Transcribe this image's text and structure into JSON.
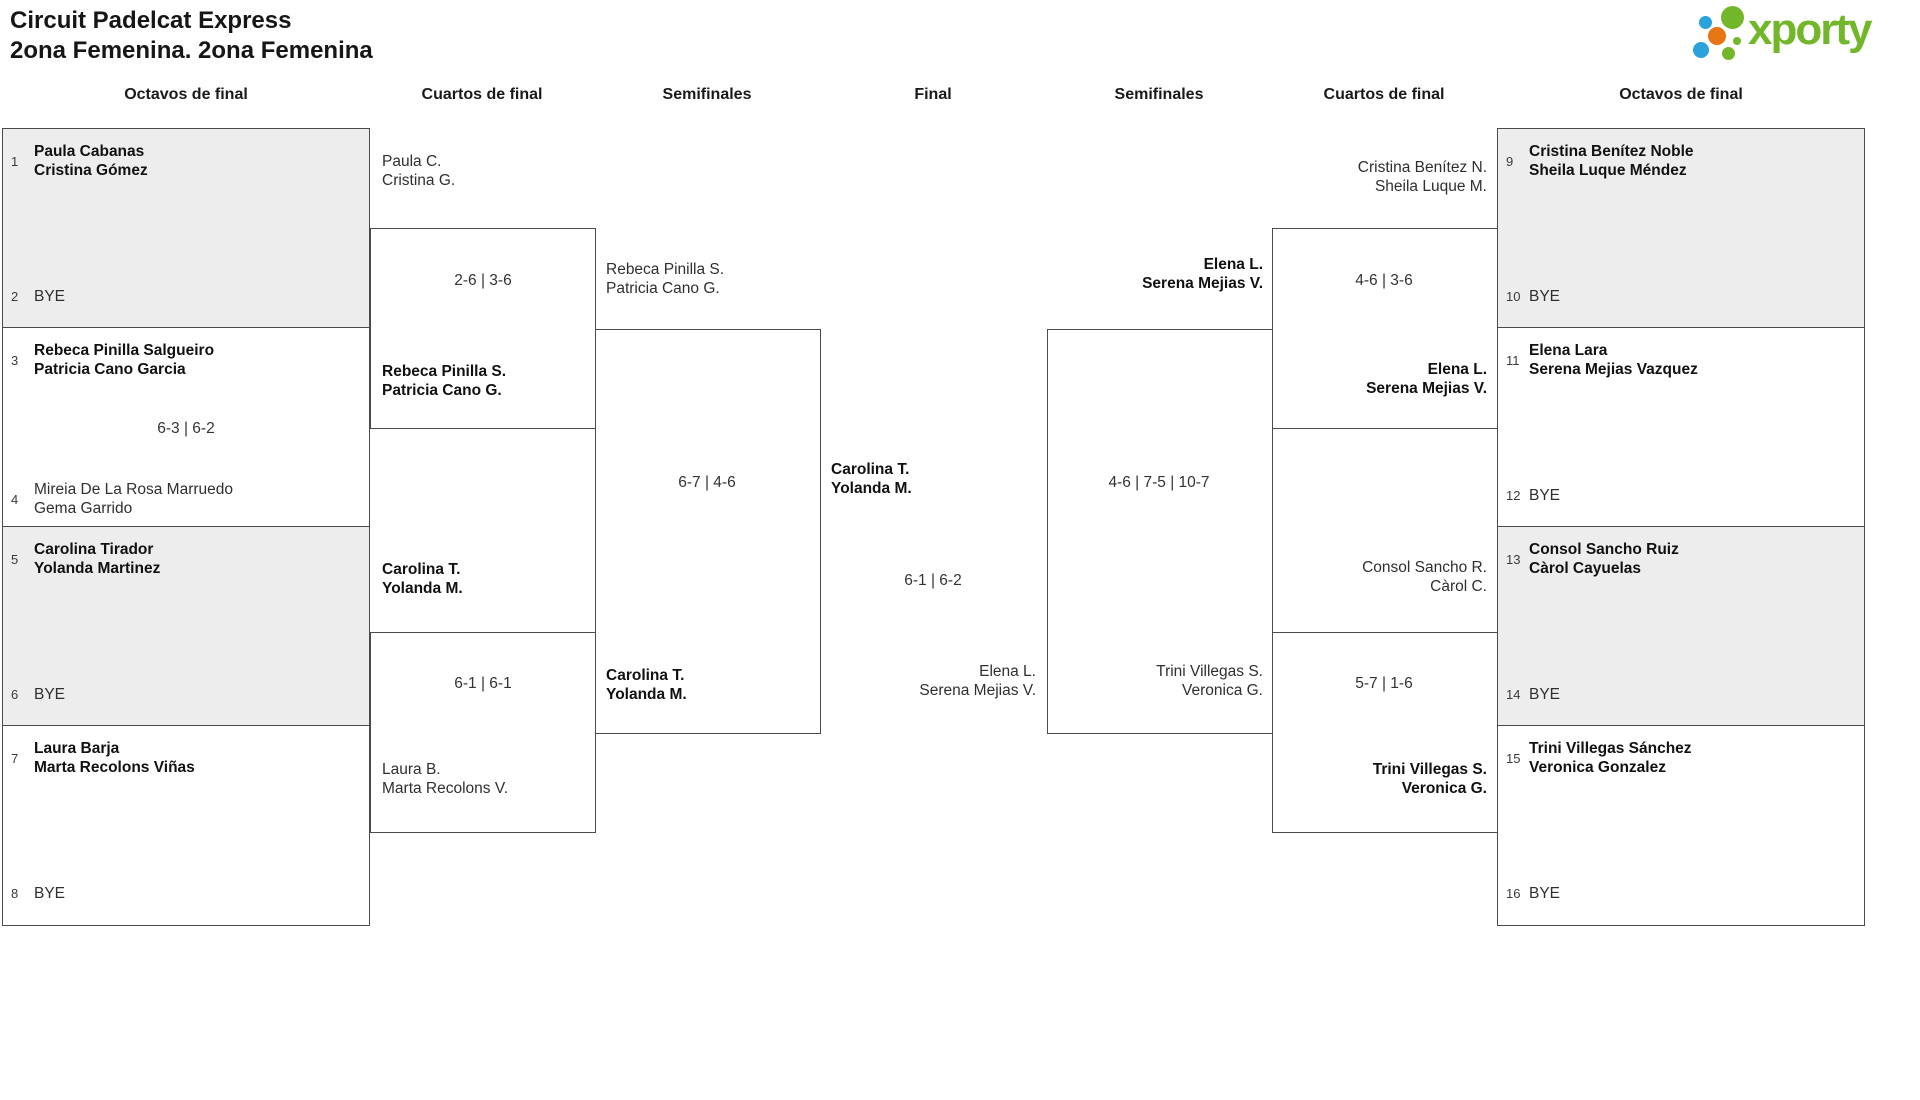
{
  "title": {
    "line1": "Circuit Padelcat Express",
    "line2": "2ona Femenina. 2ona Femenina"
  },
  "logo": {
    "brand": "xporty",
    "colors": {
      "green": "#72b62a",
      "blue": "#2aa2dc",
      "orange": "#e87513"
    }
  },
  "headers": [
    "Octavos de final",
    "Cuartos de final",
    "Semifinales",
    "Final",
    "Semifinales",
    "Cuartos de final",
    "Octavos de final"
  ],
  "colors": {
    "shaded_box": "#ededed",
    "box_border": "#4a4a4a",
    "winner_text": "#111111",
    "regular_text": "#2f2f2f"
  },
  "round_of_16": {
    "left": [
      {
        "pair": "1-2",
        "top": {
          "seed": "1",
          "line1": "Paula Cabanas",
          "line2": "Cristina Gómez",
          "winner": "true"
        },
        "bottom": {
          "seed": "2",
          "line1": "BYE",
          "winner": "false"
        },
        "score": ""
      },
      {
        "pair": "3-4",
        "top": {
          "seed": "3",
          "line1": "Rebeca Pinilla Salgueiro",
          "line2": "Patricia Cano Garcia",
          "winner": "true"
        },
        "bottom": {
          "seed": "4",
          "line1": "Mireia De La Rosa Marruedo",
          "line2": "Gema Garrido",
          "winner": "false"
        },
        "score": "6-3 | 6-2"
      },
      {
        "pair": "5-6",
        "top": {
          "seed": "5",
          "line1": "Carolina Tirador",
          "line2": "Yolanda Martinez",
          "winner": "true"
        },
        "bottom": {
          "seed": "6",
          "line1": "BYE",
          "winner": "false"
        },
        "score": ""
      },
      {
        "pair": "7-8",
        "top": {
          "seed": "7",
          "line1": "Laura Barja",
          "line2": "Marta Recolons Viñas",
          "winner": "true"
        },
        "bottom": {
          "seed": "8",
          "line1": "BYE",
          "winner": "false"
        },
        "score": ""
      }
    ],
    "right": [
      {
        "pair": "9-10",
        "top": {
          "seed": "9",
          "line1": "Cristina Benítez Noble",
          "line2": "Sheila Luque Méndez",
          "winner": "true"
        },
        "bottom": {
          "seed": "10",
          "line1": "BYE",
          "winner": "false"
        },
        "score": ""
      },
      {
        "pair": "11-12",
        "top": {
          "seed": "11",
          "line1": "Elena Lara",
          "line2": "Serena Mejias Vazquez",
          "winner": "true"
        },
        "bottom": {
          "seed": "12",
          "line1": "BYE",
          "winner": "false"
        },
        "score": ""
      },
      {
        "pair": "13-14",
        "top": {
          "seed": "13",
          "line1": "Consol Sancho Ruiz",
          "line2": "Càrol Cayuelas",
          "winner": "true"
        },
        "bottom": {
          "seed": "14",
          "line1": "BYE",
          "winner": "false"
        },
        "score": ""
      },
      {
        "pair": "15-16",
        "top": {
          "seed": "15",
          "line1": "Trini Villegas Sánchez",
          "line2": "Veronica Gonzalez",
          "winner": "true"
        },
        "bottom": {
          "seed": "16",
          "line1": "BYE",
          "winner": "false"
        },
        "score": ""
      }
    ]
  },
  "quarterfinals": {
    "left_top": {
      "entrant_top": {
        "line1": "Paula C.",
        "line2": "Cristina G.",
        "winner": "false"
      },
      "score": "2-6 | 3-6",
      "entrant_bottom": {
        "line1": "Rebeca Pinilla S.",
        "line2": "Patricia Cano G.",
        "winner": "true"
      }
    },
    "left_bottom": {
      "entrant_top": {
        "line1": "Carolina T.",
        "line2": "Yolanda M.",
        "winner": "true"
      },
      "score": "6-1 | 6-1",
      "entrant_bottom": {
        "line1": "Laura B.",
        "line2": "Marta Recolons V.",
        "winner": "false"
      }
    },
    "right_top": {
      "entrant_top": {
        "line1": "Cristina Benítez N.",
        "line2": "Sheila Luque M.",
        "winner": "false"
      },
      "score": "4-6 | 3-6",
      "entrant_bottom": {
        "line1": "Elena L.",
        "line2": "Serena Mejias V.",
        "winner": "true"
      }
    },
    "right_bottom": {
      "entrant_top": {
        "line1": "Consol Sancho R.",
        "line2": "Càrol C.",
        "winner": "false"
      },
      "score": "5-7 | 1-6",
      "entrant_bottom": {
        "line1": "Trini Villegas S.",
        "line2": "Veronica G.",
        "winner": "true"
      }
    }
  },
  "semifinals": {
    "left": {
      "entrant_top": {
        "line1": "Rebeca Pinilla S.",
        "line2": "Patricia Cano G.",
        "winner": "false"
      },
      "score": "6-7 | 4-6",
      "entrant_bottom": {
        "line1": "Carolina T.",
        "line2": "Yolanda M.",
        "winner": "true"
      }
    },
    "right": {
      "entrant_top": {
        "line1": "Elena L.",
        "line2": "Serena Mejias V.",
        "winner": "true"
      },
      "score": "4-6 | 7-5 | 10-7",
      "entrant_bottom": {
        "line1": "Trini Villegas S.",
        "line2": "Veronica G.",
        "winner": "false"
      }
    }
  },
  "final": {
    "entrant_left": {
      "line1": "Carolina T.",
      "line2": "Yolanda M.",
      "winner": "true"
    },
    "score": "6-1 | 6-2",
    "entrant_right": {
      "line1": "Elena L.",
      "line2": "Serena Mejias V.",
      "winner": "false"
    }
  }
}
